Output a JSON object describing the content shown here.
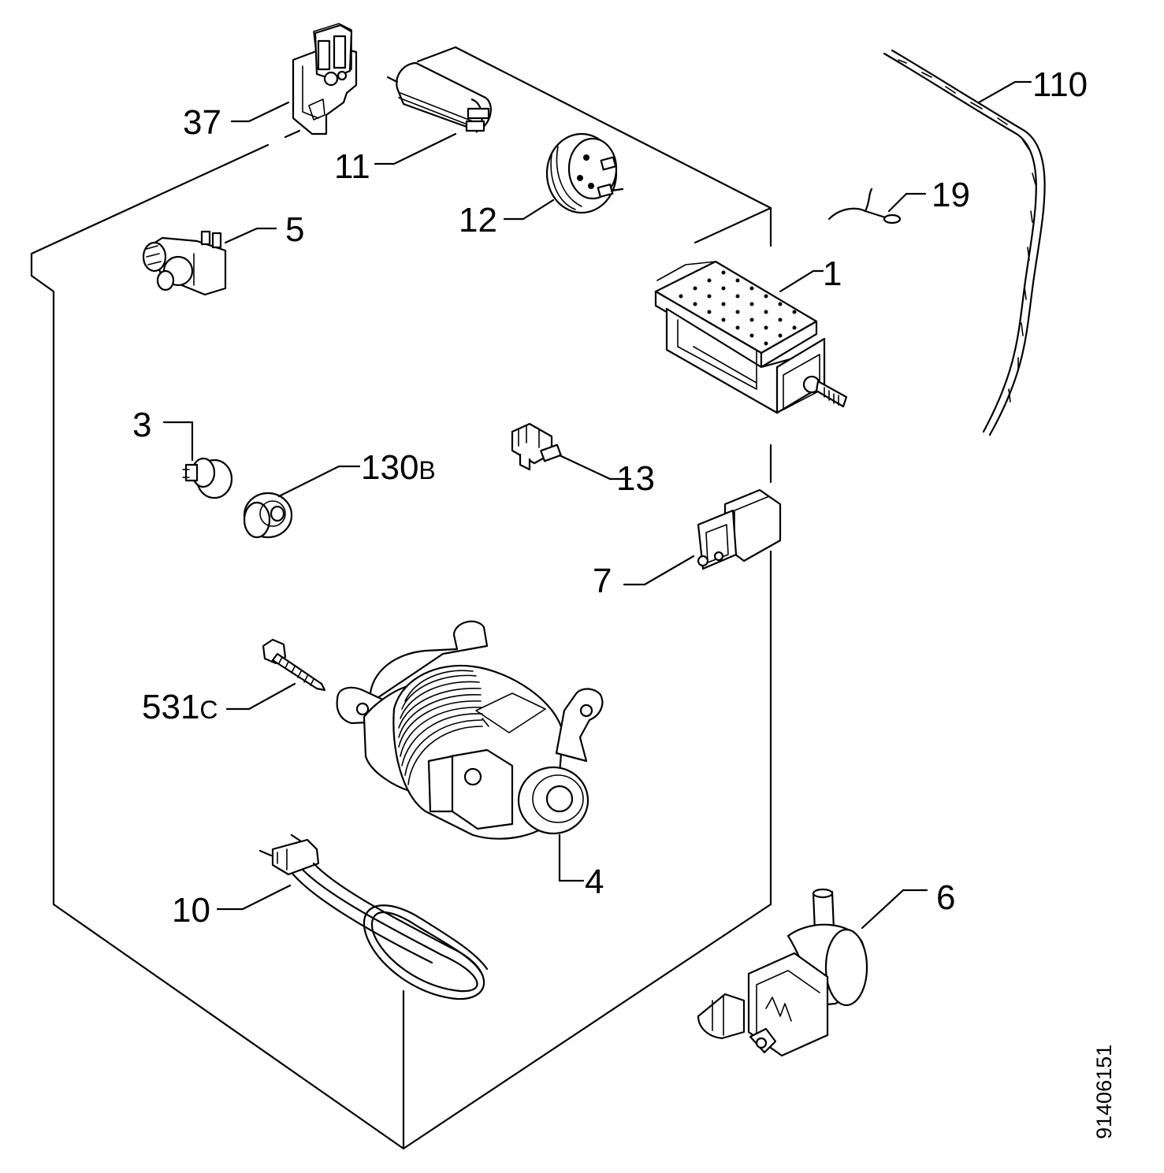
{
  "labels": {
    "p37": "37",
    "p11": "11",
    "p12": "12",
    "p5": "5",
    "p110": "110",
    "p19": "19",
    "p1": "1",
    "p3": "3",
    "p130_num": "130",
    "p130_suffix": "B",
    "p13": "13",
    "p7": "7",
    "p531_num": "531",
    "p531_suffix": "C",
    "p4": "4",
    "p10": "10",
    "p6": "6"
  },
  "reference_number": "91406151"
}
